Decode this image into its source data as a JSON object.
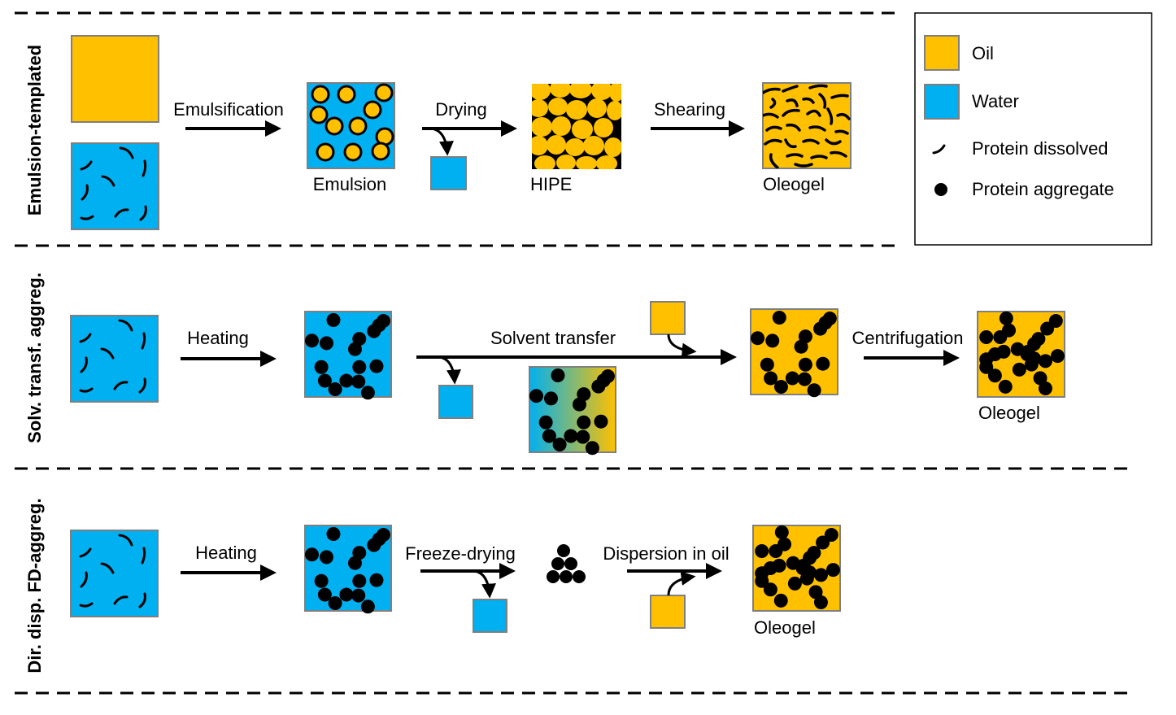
{
  "colors": {
    "oil": "#FFC000",
    "water": "#00B0F0",
    "protein": "#000000",
    "box_border": "#7F7F7F"
  },
  "legend": {
    "items": [
      {
        "key": "oil",
        "label": "Oil",
        "icon": "oil-swatch"
      },
      {
        "key": "water",
        "label": "Water",
        "icon": "water-swatch"
      },
      {
        "key": "protein_dissolved",
        "label": "Protein dissolved",
        "icon": "protein-dissolved-icon"
      },
      {
        "key": "protein_aggregate",
        "label": "Protein aggregate",
        "icon": "protein-aggregate-icon"
      }
    ]
  },
  "rows": [
    {
      "title": "Emulsion-templated",
      "steps": [
        "Emulsification",
        "Drying",
        "Shearing"
      ],
      "products": [
        "Emulsion",
        "HIPE",
        "Oleogel"
      ]
    },
    {
      "title": "Solv. transf. aggreg.",
      "steps": [
        "Heating",
        "Solvent transfer",
        "Centrifugation"
      ],
      "products": [
        "Oleogel"
      ]
    },
    {
      "title": "Dir. disp. FD-aggreg.",
      "steps": [
        "Heating",
        "Freeze-drying",
        "Dispersion in oil"
      ],
      "products": [
        "Oleogel"
      ]
    }
  ]
}
